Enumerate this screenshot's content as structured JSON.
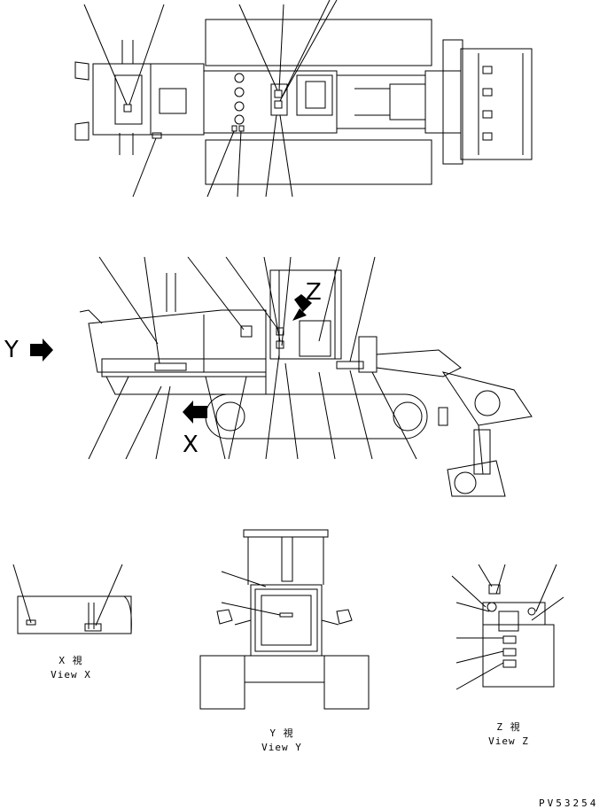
{
  "labels": {
    "z_arrow": "Z",
    "x_arrow": "X",
    "y_arrow": "Y"
  },
  "captions": {
    "view_x_jp": "X 視",
    "view_x_en": "View X",
    "view_y_jp": "Y 視",
    "view_y_en": "View Y",
    "view_z_jp": "Z 視",
    "view_z_en": "View Z"
  },
  "part_number": "PV53254"
}
